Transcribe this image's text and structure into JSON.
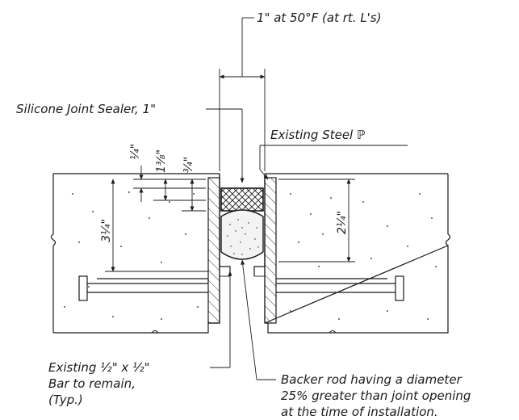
{
  "labels": {
    "gap_note": "1\" at 50°F (at rt. L's)",
    "sealer_note": "Silicone Joint Sealer, 1\"",
    "steel_plate_note": "Existing Steel ℙ",
    "bar_note_line1": "Existing ½\" x ½\"",
    "bar_note_line2": "Bar to remain,",
    "bar_note_line3": "(Typ.)",
    "backer_note_line1": "Backer rod having a diameter",
    "backer_note_line2": "25% greater than joint opening",
    "backer_note_line3": "at the time of installation."
  },
  "dimensions": {
    "quarter": "¼\"",
    "one_three_eighths": "1⅜\"",
    "three_quarters": "¾\"",
    "three_and_quarter": "3¼\"",
    "two_and_quarter": "2¼\""
  },
  "colors": {
    "ink": "#1a1a1a",
    "paper": "#ffffff"
  }
}
